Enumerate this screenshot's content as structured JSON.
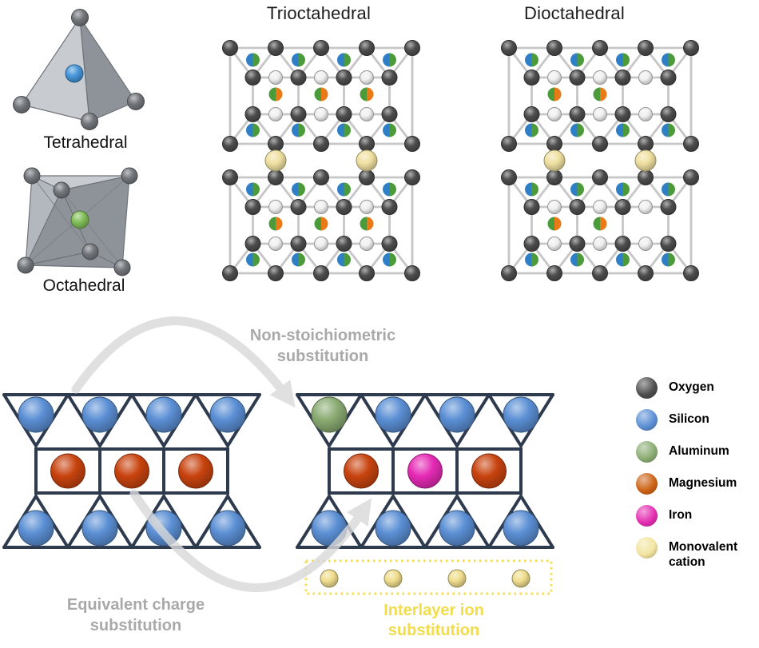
{
  "titles": {
    "trioctahedral": "Trioctahedral",
    "dioctahedral": "Dioctahedral",
    "tetrahedral": "Tetrahedral",
    "octahedral": "Octahedral"
  },
  "annotations": {
    "non_stoichiometric": "Non-stoichiometric substitution",
    "equivalent_charge": "Equivalent charge substitution",
    "interlayer_ion": "Interlayer ion substitution",
    "gray_label_color": "#a9a9a9",
    "yellow_label_color": "#f2dc4a",
    "arrow_color": "#d9d9d9"
  },
  "legend": {
    "items": [
      {
        "id": "oxygen",
        "label": "Oxygen",
        "color": "#4d4d4d"
      },
      {
        "id": "silicon",
        "label": "Silicon",
        "color": "#5b8fd4"
      },
      {
        "id": "aluminum",
        "label": "Aluminum",
        "color": "#8aab72"
      },
      {
        "id": "magnesium",
        "label": "Magnesium",
        "color": "#cc6214"
      },
      {
        "id": "iron",
        "label": "Iron",
        "color": "#e32cb0"
      },
      {
        "id": "monovalent",
        "label": "Monovalent cation",
        "color": "#f2e4a0"
      }
    ]
  },
  "lattice": {
    "bond_color": "#c6c6c6",
    "oxygen_color": "#4d4d4d",
    "hydroxyl_color": "#f0f0f0",
    "tet_cation_halves": [
      "#2e7fc6",
      "#4c9b3a"
    ],
    "oct_cation_halves": [
      "#4c9b3a",
      "#e97a18"
    ],
    "interlayer_color": "#efe0a0",
    "trioctahedral_occupancy": [
      1,
      1,
      1
    ],
    "dioctahedral_occupancy": [
      1,
      1,
      0
    ],
    "tot_layers_per_structure": 2,
    "interlayer_cations_per_gap": 2
  },
  "schematic": {
    "colors": {
      "silicon": "#5b8fd4",
      "aluminum": "#8aab72",
      "magnesium": "#c8430f",
      "iron": "#e52ab5",
      "interlayer": "#f0dd8e",
      "frame": "#2e3b4e",
      "interlayer_box": "#f4de4e"
    },
    "left": {
      "top_sites": [
        "silicon",
        "silicon",
        "silicon",
        "silicon"
      ],
      "oct_sites": [
        "magnesium",
        "magnesium",
        "magnesium"
      ],
      "bottom_sites": [
        "silicon",
        "silicon",
        "silicon",
        "silicon"
      ]
    },
    "right": {
      "top_sites": [
        "aluminum",
        "silicon",
        "silicon",
        "silicon"
      ],
      "oct_sites": [
        "magnesium",
        "iron",
        "magnesium"
      ],
      "bottom_sites": [
        "silicon",
        "silicon",
        "silicon",
        "silicon"
      ],
      "interlayer_sites": [
        "interlayer",
        "interlayer",
        "interlayer",
        "interlayer"
      ]
    }
  },
  "polyhedra": {
    "tetrahedron_center_color": "#4596d8",
    "octahedron_center_color": "#82bf5a",
    "vertex_color": "#73777c",
    "face_light": "#c8ccd0",
    "face_mid": "#b3b8be",
    "face_dark": "#8e939a",
    "edge_color": "#6e7379"
  }
}
